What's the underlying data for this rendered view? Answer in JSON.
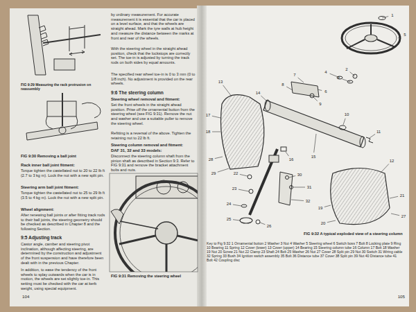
{
  "diagram": {
    "labels": [
      "FIG 9:29 Measuring the rack protrusion on reassembly",
      "FIG 9:30 Removing a ball joint",
      "Rack inner ball joint fitment:",
      "Torque tighten the castellated nut to 20 to 22 lb ft (2.7 to 3 kg m). Lock the nut with a new split pin.",
      "Steering arm ball joint fitment:",
      "Torque tighten the castellated nut to 25 to 29 lb ft (3.5 to 4 kg m). Lock the nut with a new split pin.",
      "Wheel alignment:",
      "After renewing ball joints or after fitting track rods to their ball joints, the steering geometry should be checked as described in Chapter 8 and the following Section.",
      "9:5 Adjusting track",
      "Castor angle, camber and steering pivot inclination, although affecting steering, are determined by the construction and adjustment of the front suspension and have therefore been dealt with in the previous Chapter.",
      "In addition, to ease the tendency of the front wheels to splay outwards when the car is in motion, the wheels are set slightly toe-in. This setting must be checked with the car at kerb weight, using special equipment.",
      "104",
      "by ordinary measurement. For accurate measurement it is essential that the car is placed on a level surface, and that the wheels are straight ahead. Mark the tyre walls at hub height and measure the distance between the marks at front and rear of the wheels.",
      "With the steering wheel in the straight ahead position, check that the lockstops are correctly set. The toe-in is adjusted by turning the track rods on both sides by equal amounts.",
      "The specified rear wheel toe-in is 0 to 3 mm (0 to 1/8 inch). No adjustment is provided on the rear wheels.",
      "9:6 The steering column",
      "Steering wheel removal and fitment:",
      "Set the front wheels in the straight ahead position. Prise off the ornamental button from the steering wheel (see FIG 9:31). Remove the nut and washer and use a suitable puller to remove the steering wheel.",
      "Refitting is a reversal of the above. Tighten the retaining nut to 22 lb ft.",
      "Steering column removal and fitment:",
      "DAF 31, 32 and 33 models:",
      "Disconnect the steering column shaft from the pinion shaft as described in Section 9:3. Refer to FIG 9:31 and remove the bracket attachment bolts and nuts.",
      "FIG 9:31 Removing the steering wheel",
      "1",
      "2",
      "3",
      "4",
      "5",
      "6",
      "7",
      "8",
      "9",
      "10",
      "11",
      "12",
      "13",
      "14",
      "15",
      "16",
      "17",
      "18",
      "19",
      "20",
      "21",
      "22",
      "23",
      "24",
      "25",
      "26",
      "27",
      "28",
      "29",
      "30",
      "31",
      "32",
      "FIG 9:32 A typical exploded view of a steering column",
      "Key to Fig 9:32 1 Ornamental button 2 Washer 3 Nut 4 Washer 5 Steering wheel 6 Switch boss 7 Bolt 8 Locking plate 9 Ring 10 Bearing 11 Spring 12 Cover (lower) 13 Cover (upper) 14 Bearing 15 Steering column tube 16 Column 17 Bolt 18 Washer 19 Nut 20 Screw 21 Nut 22 Clamp 23 Shaft 24 Bolt 25 Washer 26 Nut 27 Cover 28 Split pin 29 Nut 30 Switch 31 Wiring cable 32 Spring 33 Bush 34 Ignition switch assembly 35 Bolt 36 Distance tube 37 Cover 38 Split pin 39 Nut 40 Distance tube 41 Bolt 42 Coupling disc",
      "105"
    ]
  }
}
